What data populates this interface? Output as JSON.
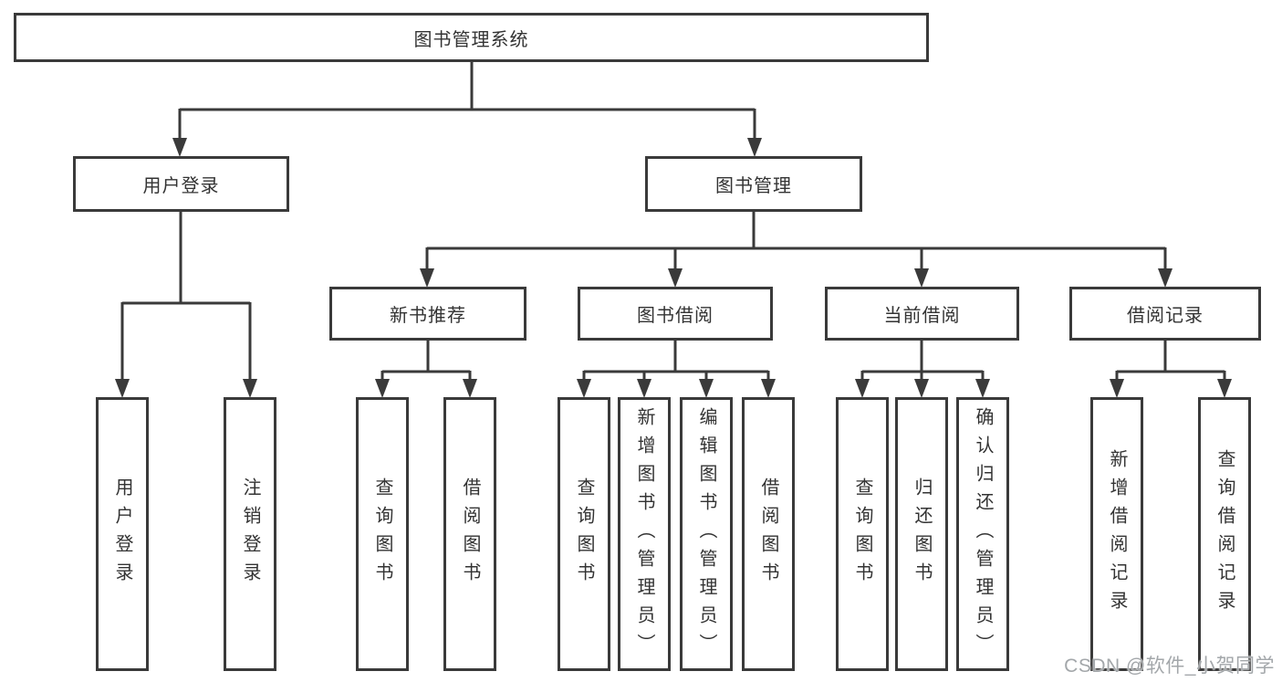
{
  "watermark": {
    "text": "CSDN @软件_小贺同学",
    "color": "#a3a7aa"
  },
  "diagram": {
    "type": "hierarchy-diagram",
    "line_color": "#3a3a3a",
    "text_color": "#333333",
    "background_color": "#ffffff",
    "tree": {
      "root": {
        "label": "图书管理系统",
        "children": [
          {
            "label": "用户登录",
            "children": [
              {
                "label": "用户登录"
              },
              {
                "label": "注销登录"
              }
            ]
          },
          {
            "label": "图书管理",
            "children": [
              {
                "label": "新书推荐",
                "children": [
                  {
                    "label": "查询图书"
                  },
                  {
                    "label": "借阅图书"
                  }
                ]
              },
              {
                "label": "图书借阅",
                "children": [
                  {
                    "label": "查询图书"
                  },
                  {
                    "label": "新增图书（管理员）"
                  },
                  {
                    "label": "编辑图书（管理员）"
                  },
                  {
                    "label": "借阅图书"
                  }
                ]
              },
              {
                "label": "当前借阅",
                "children": [
                  {
                    "label": "查询图书"
                  },
                  {
                    "label": "归还图书"
                  },
                  {
                    "label": "确认归还（管理员）"
                  }
                ]
              },
              {
                "label": "借阅记录",
                "children": [
                  {
                    "label": "新增借阅记录"
                  },
                  {
                    "label": "查询借阅记录"
                  }
                ]
              }
            ]
          }
        ]
      }
    }
  }
}
